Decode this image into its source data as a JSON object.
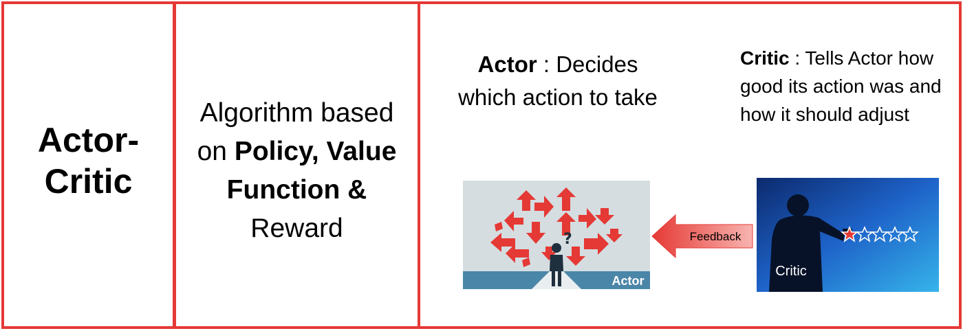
{
  "column1": {
    "title_line1": "Actor-",
    "title_line2": "Critic"
  },
  "column2": {
    "line1": "Algorithm based",
    "line2_prefix": "on ",
    "line2_bold": "Policy, Value",
    "line3_bold": "Function &",
    "line4": "Reward"
  },
  "actor": {
    "label": "Actor",
    "text_rest": " : Decides which action to take",
    "image_caption": "Actor"
  },
  "critic": {
    "label": "Critic",
    "text_rest": " : Tells Actor how good its action was and how it should adjust",
    "image_caption": "Critic"
  },
  "feedback_label": "Feedback",
  "colors": {
    "border": "#e53935",
    "arrow": "#e53935",
    "actor_bg": "#d5dde0",
    "critic_bg": "#1a4fb0"
  }
}
